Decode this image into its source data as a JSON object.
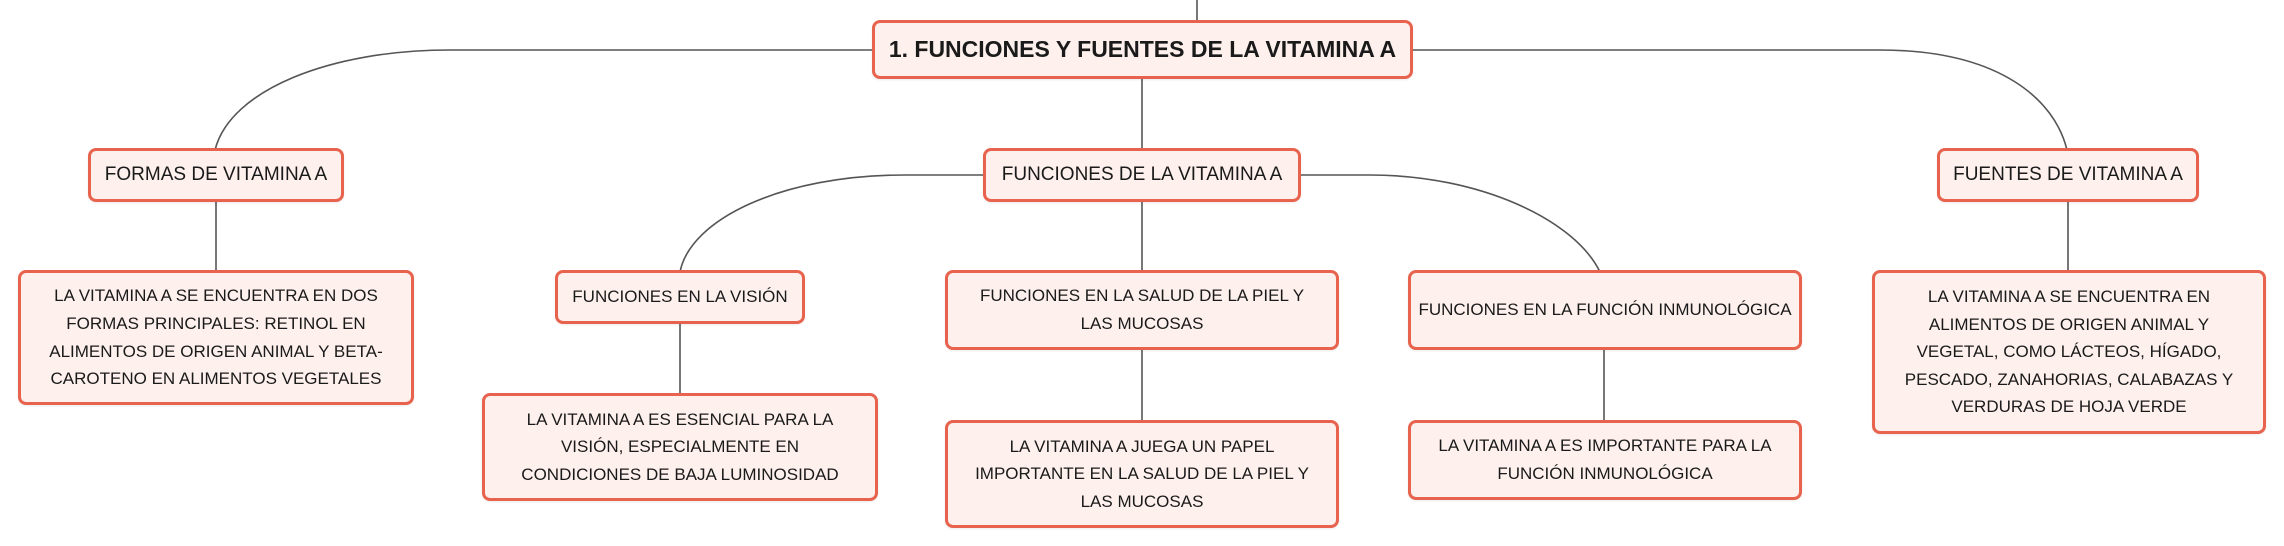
{
  "diagram": {
    "root": "1. FUNCIONES Y FUENTES DE LA VITAMINA A",
    "branches": {
      "formas": {
        "title": "FORMAS DE VITAMINA A",
        "detail": "LA VITAMINA A SE ENCUENTRA EN DOS FORMAS PRINCIPALES: RETINOL EN ALIMENTOS DE ORIGEN ANIMAL Y BETA-CAROTENO EN ALIMENTOS VEGETALES"
      },
      "funciones": {
        "title": "FUNCIONES DE LA VITAMINA A",
        "vision": {
          "title": "FUNCIONES EN LA VISIÓN",
          "detail": "LA VITAMINA A ES ESENCIAL PARA LA VISIÓN, ESPECIALMENTE EN CONDICIONES DE BAJA LUMINOSIDAD"
        },
        "piel": {
          "title": "FUNCIONES EN LA SALUD DE LA PIEL Y LAS MUCOSAS",
          "detail": "LA VITAMINA A JUEGA UN PAPEL IMPORTANTE EN LA SALUD DE LA PIEL Y LAS MUCOSAS"
        },
        "inmune": {
          "title": "FUNCIONES EN LA FUNCIÓN INMUNOLÓGICA",
          "detail": "LA VITAMINA A ES IMPORTANTE PARA LA FUNCIÓN INMUNOLÓGICA"
        }
      },
      "fuentes": {
        "title": "FUENTES DE VITAMINA A",
        "detail": "LA VITAMINA A SE ENCUENTRA EN ALIMENTOS DE ORIGEN ANIMAL Y VEGETAL, COMO LÁCTEOS, HÍGADO, PESCADO, ZANAHORIAS, CALABAZAS Y VERDURAS DE HOJA VERDE"
      }
    },
    "colors": {
      "node_border": "#e8634e",
      "node_fill": "#fdf0ed",
      "connector": "#555555"
    }
  }
}
